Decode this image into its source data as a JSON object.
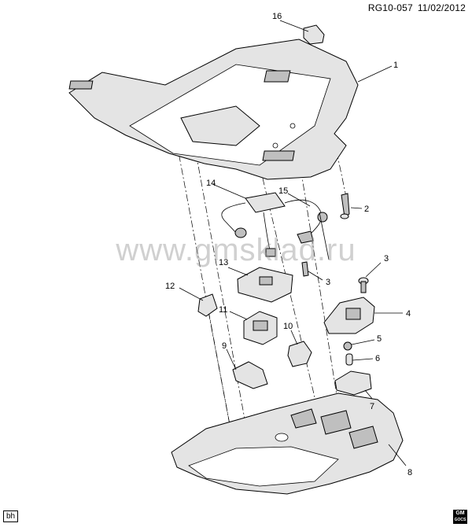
{
  "header": {
    "diagram_id": "RG10-057",
    "date": "11/02/2012"
  },
  "watermark": "www.gmsklad.ru",
  "corner_label": "bh",
  "logo": {
    "text": "GM",
    "sub": "GOCS"
  },
  "callouts": [
    "16",
    "1",
    "2",
    "14",
    "15",
    "3",
    "13",
    "3",
    "12",
    "4",
    "11",
    "10",
    "5",
    "6",
    "9",
    "7",
    "8"
  ]
}
